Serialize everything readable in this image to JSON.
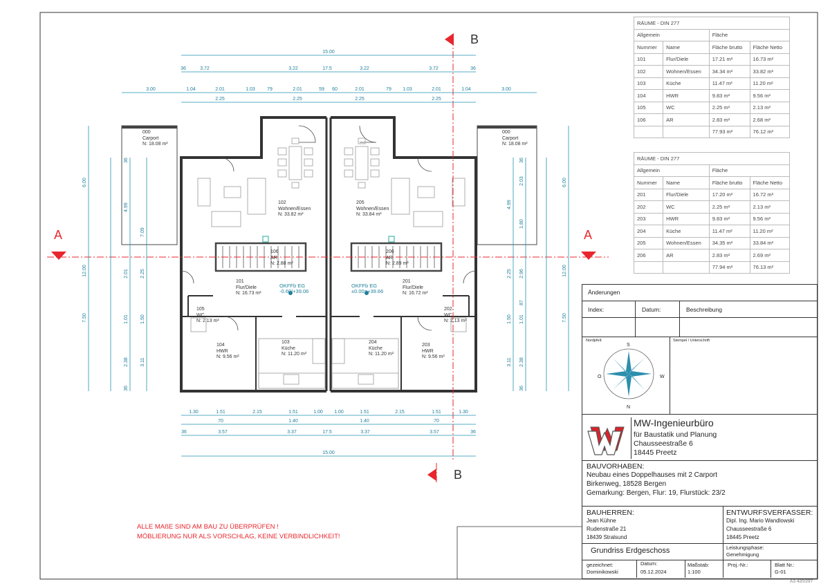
{
  "section_markers": {
    "a": "A",
    "b": "B"
  },
  "dimensions": {
    "total": "15.00",
    "top_row1": [
      "36",
      "3.72",
      "3.22",
      "17.5",
      "3.22",
      "3.72",
      "36"
    ],
    "top_row2a": [
      "3.00",
      "1.04",
      "2.01",
      "1.03",
      "79",
      "2.01",
      "59",
      "60",
      "2.01",
      "79",
      "1.03",
      "2.01",
      "1.04",
      "3.00"
    ],
    "top_row2b": [
      "2.25",
      "2.25",
      "2.25",
      "2.25"
    ],
    "bottom_row1": [
      "1.30",
      "1.51",
      "2.15",
      "1.51",
      "1.00",
      "1.00",
      "1.51",
      "2.15",
      "1.51",
      "1.30"
    ],
    "bottom_row1b": [
      "70",
      "1.40",
      "1.40",
      "70"
    ],
    "bottom_row2": [
      "36",
      "3.57",
      "3.37",
      "17.5",
      "3.37",
      "3.57",
      "36"
    ],
    "left_outer": [
      "6.00",
      "12.00",
      "7.50"
    ],
    "left_inner_a": [
      "36",
      "4.99",
      "2.01",
      "1.01",
      "2.38",
      "36"
    ],
    "left_inner_b": [
      "7.09",
      "2.25",
      "1.50",
      "3.11"
    ],
    "right_outer": [
      "6.00",
      "12.00",
      "7.50"
    ],
    "right_inner": [
      "36",
      "2.03",
      "1.80",
      "2.96",
      "87",
      "1.01",
      "2.38",
      "36"
    ],
    "right_inner_b": [
      "4.99",
      "2.25",
      "1.50",
      "3.11"
    ]
  },
  "rooms": {
    "carport_l": {
      "num": "000",
      "name": "Carport",
      "area": "N:  18.08  m²"
    },
    "carport_r": {
      "num": "000",
      "name": "Carport",
      "area": "N:  18.08  m²"
    },
    "r102": {
      "num": "102",
      "name": "Wohnen/Essen",
      "area": "N:  33.82  m²"
    },
    "r205": {
      "num": "205",
      "name": "Wohnen/Essen",
      "area": "N:  33.84  m²"
    },
    "r106": {
      "num": "106",
      "name": "AR",
      "area": "N:  2.88  m²"
    },
    "r206": {
      "num": "206",
      "name": "AR",
      "area": "N:  2.89  m²"
    },
    "r101": {
      "num": "101",
      "name": "Flur/Diele",
      "area": "N:  16.73  m²"
    },
    "r201": {
      "num": "201",
      "name": "Flur/Diele",
      "area": "N:  16.72  m²"
    },
    "r105": {
      "num": "105",
      "name": "WC",
      "area": "N:  2.13  m²"
    },
    "r202": {
      "num": "202",
      "name": "WC",
      "area": "N:  2.13  m²"
    },
    "r104": {
      "num": "104",
      "name": "HWR",
      "area": "N:  9.56  m²"
    },
    "r203": {
      "num": "203",
      "name": "HWR",
      "area": "N:  9.56  m²"
    },
    "r103": {
      "num": "103",
      "name": "Küche",
      "area": "N:  11.20  m²"
    },
    "r204": {
      "num": "204",
      "name": "Küche",
      "area": "N:  11.20  m²"
    }
  },
  "levels": {
    "left": {
      "label": "OKFFb EG",
      "value": "-0.60/+39.06"
    },
    "right": {
      "label": "OKFFb EG",
      "value": "±0.00=+39.66"
    }
  },
  "table1": {
    "title": "RÄUME - DIN 277",
    "group": "Allgemein",
    "group2": "Fläche",
    "headers": [
      "Nummer",
      "Name",
      "Fläche brutto",
      "Fläche Netto"
    ],
    "rows": [
      [
        "101",
        "Flur/Diele",
        "17.21 m²",
        "16.73 m²"
      ],
      [
        "102",
        "Wohnen/Essen",
        "34.34 m²",
        "33.82 m²"
      ],
      [
        "103",
        "Küche",
        "11.47 m²",
        "11.20 m²"
      ],
      [
        "104",
        "HWR",
        "9.83 m²",
        "9.56 m²"
      ],
      [
        "105",
        "WC",
        "2.25 m²",
        "2.13 m²"
      ],
      [
        "106",
        "AR",
        "2.83 m²",
        "2.68 m²"
      ]
    ],
    "totals": [
      "77.93 m²",
      "76.12 m²"
    ]
  },
  "table2": {
    "title": "RÄUME - DIN 277",
    "group": "Allgemein",
    "group2": "Fläche",
    "headers": [
      "Nummer",
      "Name",
      "Fläche brutto",
      "Fläche Netto"
    ],
    "rows": [
      [
        "201",
        "Flur/Diele",
        "17.20 m²",
        "16.72 m²"
      ],
      [
        "202",
        "WC",
        "2.25 m²",
        "2.13 m²"
      ],
      [
        "203",
        "HWR",
        "9.83 m²",
        "9.56 m²"
      ],
      [
        "204",
        "Küche",
        "11.47 m²",
        "11.20 m²"
      ],
      [
        "205",
        "Wohnen/Essen",
        "34.35 m²",
        "33.84 m²"
      ],
      [
        "206",
        "AR",
        "2.83 m²",
        "2.69 m²"
      ]
    ],
    "totals": [
      "77.94 m²",
      "76.13 m²"
    ]
  },
  "titleblock": {
    "changes": "Änderungen",
    "index": "Index:",
    "date": "Datum:",
    "desc": "Beschreibung",
    "north": "Nordpfeil:",
    "stamp": "Stempel / Unterschrift",
    "compass": {
      "s": "S",
      "o": "O",
      "w": "W",
      "n": "N"
    },
    "office": {
      "name": "MW-Ingenieurbüro",
      "line1": "für Baustatik und Planung",
      "line2": "Chausseestraße 6",
      "line3": "18445 Preetz"
    },
    "project": {
      "label": "BAUVORHABEN:",
      "l1": "Neubau eines Doppelhauses mit 2 Carport",
      "l2": "Birkenweg, 18528 Bergen",
      "l3": "Gemarkung: Bergen, Flur: 19, Flurstück: 23/2"
    },
    "owner": {
      "label": "BAUHERREN:",
      "l1": "Jean Kühne",
      "l2": "Rudenstraße 21",
      "l3": "18439 Stralsund"
    },
    "designer": {
      "label": "ENTWURFSVERFASSER:",
      "l1": "Dipl. Ing. Mario Wandlowski",
      "l2": "Chausseestraße 6",
      "l3": "18445 Preetz"
    },
    "drawing": "Grundriss Erdgeschoss",
    "phase_label": "Leistungsphase:",
    "phase": "Genehmigung",
    "drawn_label": "gezeichnet:",
    "drawn": "Dominikowski",
    "date_label": "Datum:",
    "date_val": "05.12.2024",
    "scale_label": "Maßstab:",
    "scale": "1:100",
    "proj_label": "Proj.-Nr.:",
    "proj": "",
    "sheet_label": "Blatt Nr.:",
    "sheet": "G-01",
    "format": "A3 420/297"
  },
  "notes": {
    "l1": "ALLE MAßE SIND AM BAU ZU ÜBERPRÜFEN !",
    "l2": "MÖBLIERUNG NUR ALS VORSCHLAG, KEINE VERBINDLICHKEIT!"
  }
}
